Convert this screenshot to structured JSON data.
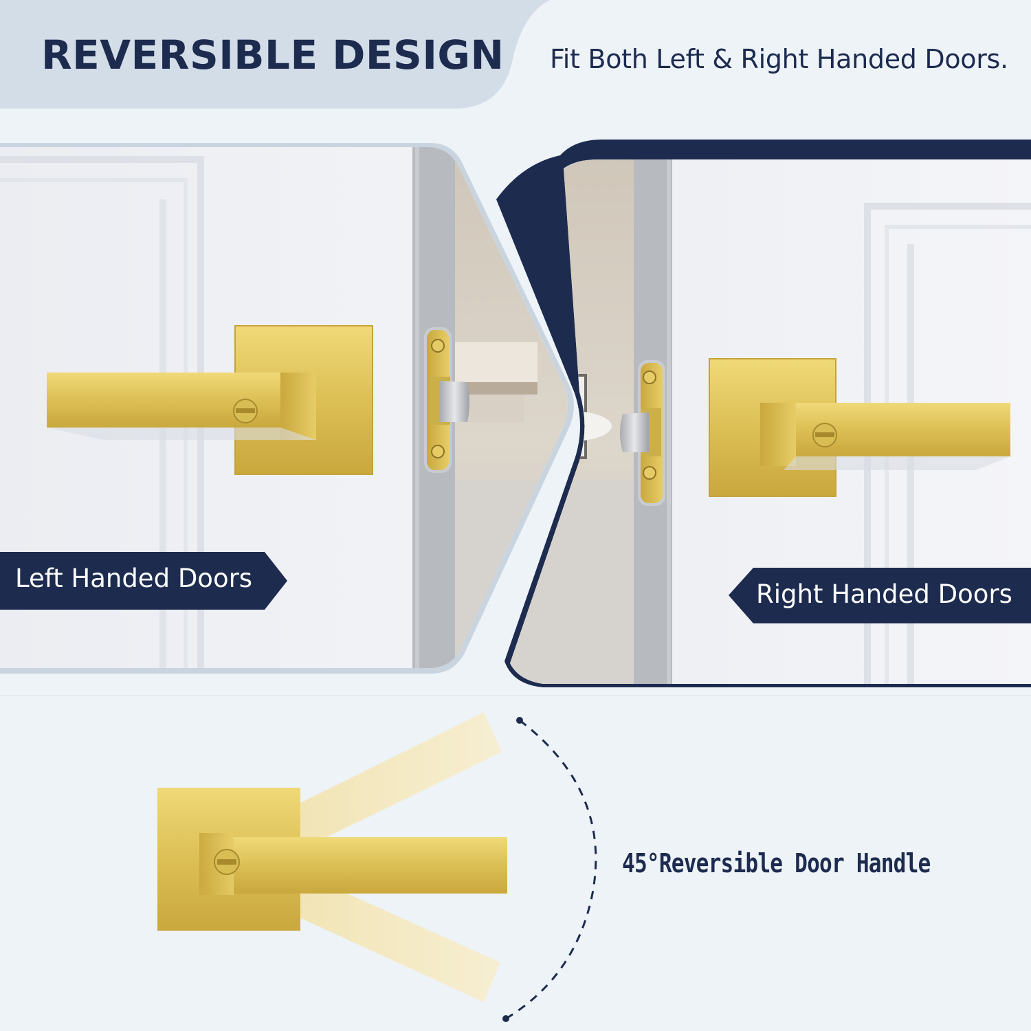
{
  "header": {
    "title": "REVERSIBLE DESIGN",
    "subtitle": "Fit Both Left & Right Handed Doors."
  },
  "panels": {
    "left_label": "Left Handed Doors",
    "right_label": "Right Handed Doors"
  },
  "rotation": {
    "label": "45°Reversible Door Handle"
  },
  "colors": {
    "navy": "#1d2b4f",
    "gold": "#dcbf55",
    "background": "#eef3f8",
    "header_band": "#d3dde8"
  },
  "icons": [
    "door-lever-icon",
    "latch-icon",
    "dashed-arc-icon"
  ]
}
